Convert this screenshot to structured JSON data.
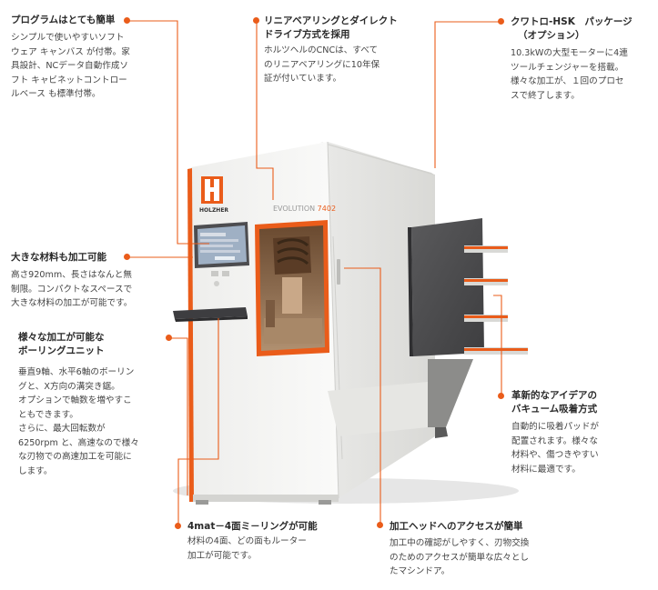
{
  "brand": {
    "logo_text": "HOLZHER",
    "model_text": "EVOLUTION",
    "model_number": "7402",
    "colors": {
      "accent": "#ea5c1a",
      "machine_white": "#f3f3f2",
      "panel_dark": "#4a4a4c"
    }
  },
  "callouts": [
    {
      "id": "software",
      "title": [
        "プログラムはとても簡単"
      ],
      "lines": [
        "シンプルで使いやすいソフト",
        "ウェア キャンバス が付帯。家",
        "具設計、NCデータ自動作成ソ",
        "フト キャビネットコントロー",
        "ルベース も標準付帯。"
      ]
    },
    {
      "id": "linear",
      "title": [
        "リニアベアリングとダイレクト",
        "ドライブ方式を採用"
      ],
      "lines": [
        "ホルツヘルのCNCは、すべて",
        "のリニアベアリングに10年保",
        "証が付いています。"
      ]
    },
    {
      "id": "hsk",
      "title": [
        "クワトロ-HSK　パッケージ",
        "（オプション）"
      ],
      "lines": [
        "10.3kWの大型モーターに4連",
        "ツールチェンジャーを搭載。",
        "様々な加工が、１回のプロセ",
        "スで終了します。"
      ]
    },
    {
      "id": "large",
      "title": [
        "大きな材料も加工可能"
      ],
      "lines": [
        "高さ920mm、長さはなんと無",
        "制限。コンパクトなスペースで",
        "大きな材料の加工が可能です。"
      ]
    },
    {
      "id": "boring",
      "title": [
        "様々な加工が可能な",
        "ボーリングユニット"
      ],
      "lines": [
        "垂直9軸、水平6軸のボーリン",
        "グと、X方向の溝突き鋸。",
        "オプションで軸数を増やすこ",
        "ともできます。",
        "さらに、最大回転数が",
        "6250rpm と、高速なので様々",
        "な刃物での高速加工を可能に",
        "します。"
      ]
    },
    {
      "id": "vacuum",
      "title": [
        "革新的なアイデアの",
        "バキューム吸着方式"
      ],
      "lines": [
        "自動的に吸着パッドが",
        "配置されます。様々な",
        "材料や、傷つきやすい",
        "材料に最適です。"
      ]
    },
    {
      "id": "4mat",
      "title": [
        "4mat－4面ミ－リングが可能"
      ],
      "lines": [
        "材料の4面、どの面もルーター",
        "加工が可能です。"
      ]
    },
    {
      "id": "access",
      "title": [
        "加工ヘッドへのアクセスが簡単"
      ],
      "lines": [
        "加工中の確認がしやすく、刃物交換",
        "のためのアクセスが簡単な広々とし",
        "たマシンドア。"
      ]
    }
  ]
}
